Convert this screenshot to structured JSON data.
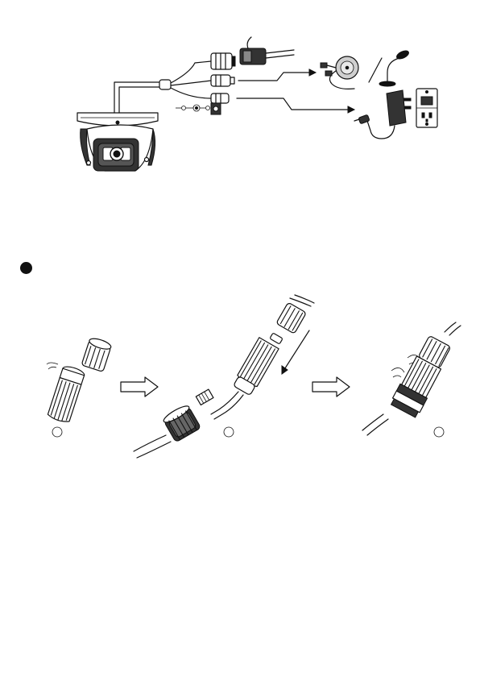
{
  "figure_top": {
    "description_alt": "",
    "items": [
      "dome-camera",
      "cable-harness",
      "network-connector",
      "audio-connector",
      "power-connector",
      "microphone",
      "power-adapter",
      "wall-outlet"
    ]
  },
  "section_marker": {
    "bullet": "●"
  },
  "figure_bottom": {
    "steps": [
      "",
      "",
      ""
    ]
  },
  "colors": {
    "ink": "#111111",
    "gray": "#cfcfcf",
    "paper": "#ffffff"
  }
}
